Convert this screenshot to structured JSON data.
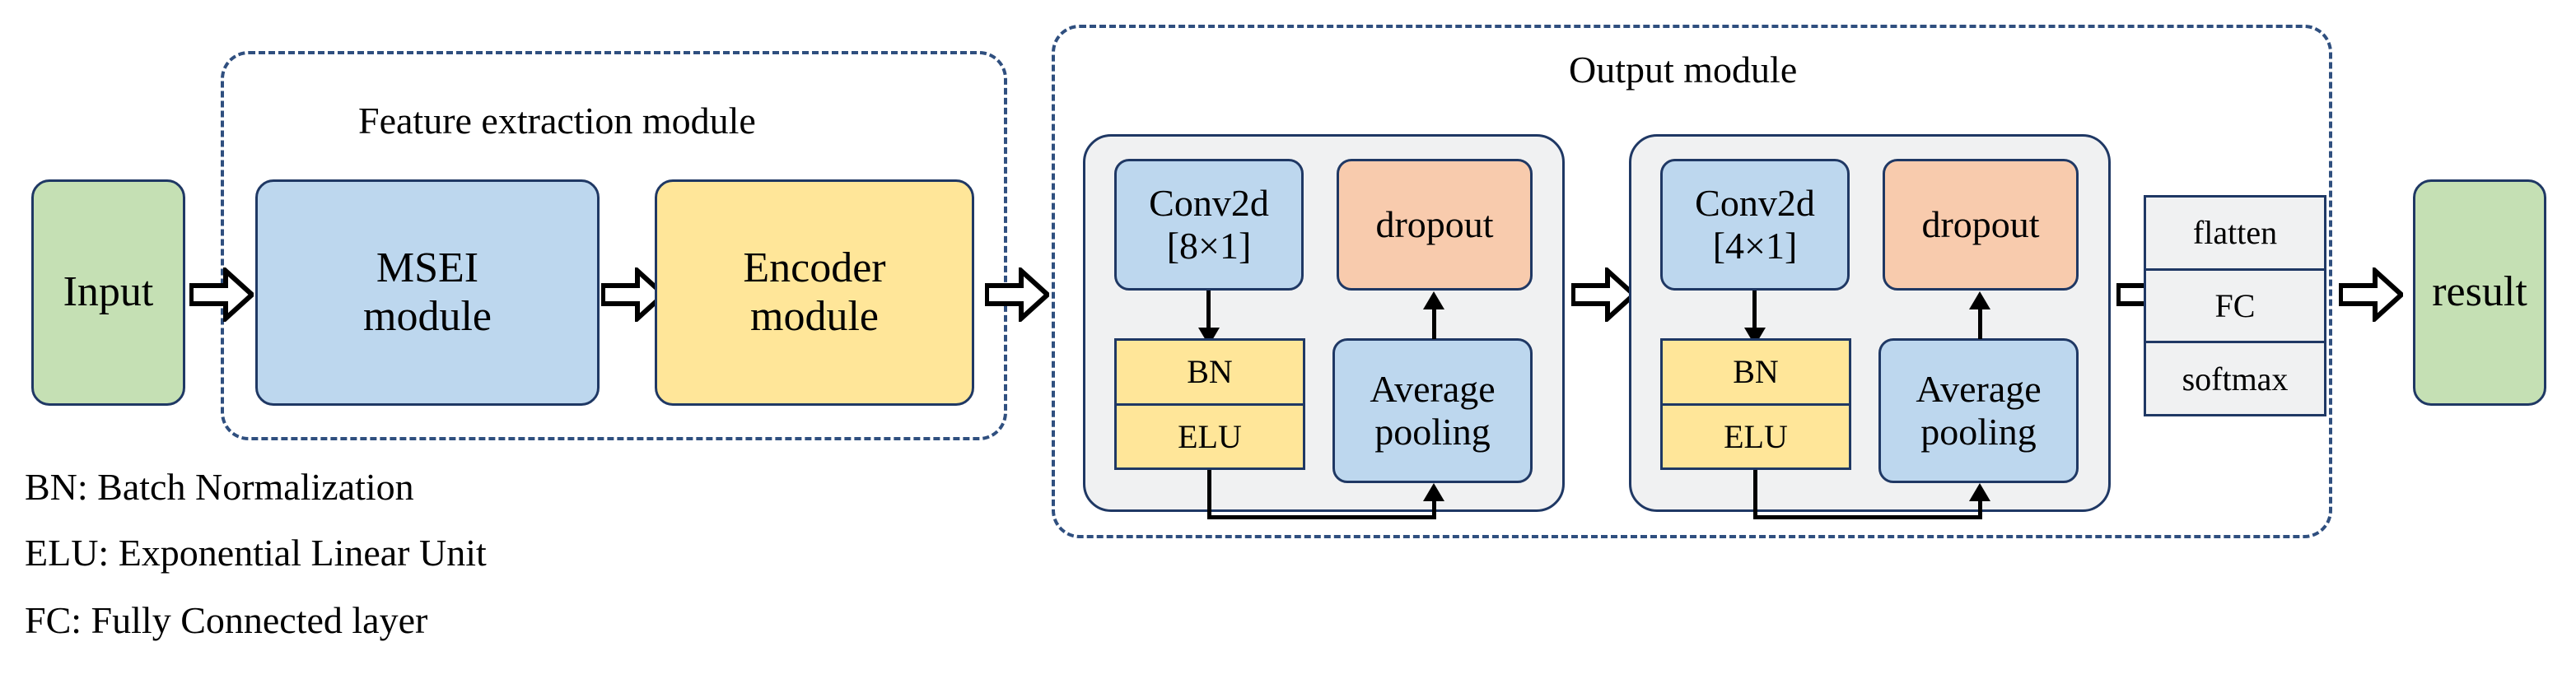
{
  "diagram": {
    "title_feature_module": "Feature extraction module",
    "title_output_module": "Output module",
    "input_block": "Input",
    "result_block": "result",
    "feature_blocks": [
      {
        "label": "MSEI\nmodule"
      },
      {
        "label": "Encoder\nmodule"
      }
    ],
    "output_blocks": [
      {
        "conv_label": "Conv2d\n[8×1]",
        "dropout_label": "dropout",
        "norm_cells": [
          "BN",
          "ELU"
        ],
        "pool_label": "Average\npooling"
      },
      {
        "conv_label": "Conv2d\n[4×1]",
        "dropout_label": "dropout",
        "norm_cells": [
          "BN",
          "ELU"
        ],
        "pool_label": "Average\npooling"
      }
    ],
    "classifier_cells": [
      "flatten",
      "FC",
      "softmax"
    ],
    "legend_lines": [
      "BN: Batch Normalization",
      "ELU: Exponential Linear Unit",
      "FC: Fully Connected layer"
    ],
    "colors": {
      "green": "#c5e0b4",
      "blue": "#bdd7ee",
      "yellow": "#ffe699",
      "peach": "#f8cbad",
      "panel_gray": "#f0f1f2",
      "border_navy": "#1f3864",
      "dashed_navy": "#2f4f7f",
      "arrow_black": "#000000"
    }
  }
}
